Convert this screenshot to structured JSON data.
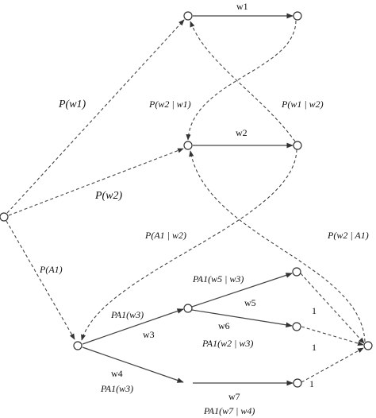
{
  "diagram": {
    "edge_labels": {
      "w1": "w1",
      "w2": "w2",
      "w3": "w3",
      "w4": "w4",
      "w5": "w5",
      "w6": "w6",
      "w7": "w7",
      "p_w1": "P(w1)",
      "p_w2": "P(w2)",
      "p_a1": "P(A1)",
      "p_w2_given_w1": "P(w2 | w1)",
      "p_w1_given_w2": "P(w1 | w2)",
      "p_a1_given_w2": "P(A1 | w2)",
      "p_w2_given_a1": "P(w2 | A1)",
      "pa1_w3": "PA1(w3)",
      "pa1_w5_given_w3": "PA1(w5 | w3)",
      "pa1_w2_given_w3": "PA1(w2 | w3)",
      "pa1_w3_b": "PA1(w3)",
      "pa1_w7_given_w4": "PA1(w7 | w4)",
      "one_a": "1",
      "one_b": "1",
      "one_c": "1"
    }
  }
}
